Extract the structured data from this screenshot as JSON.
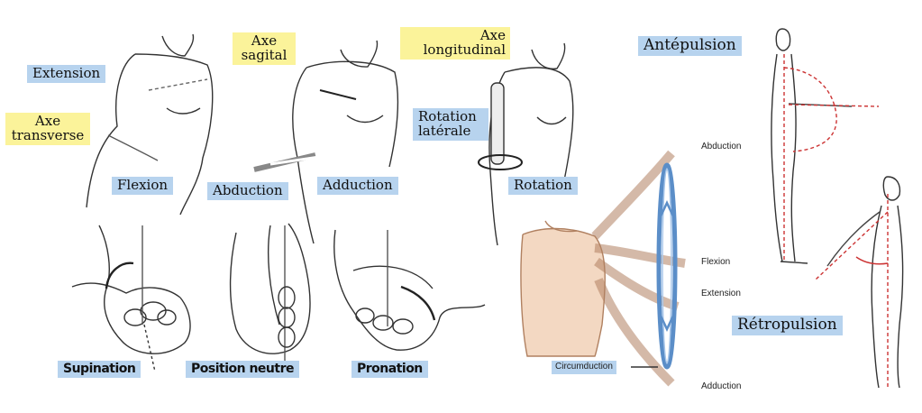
{
  "labels": {
    "extension": "Extension",
    "axe_transverse": "Axe transverse",
    "flexion": "Flexion",
    "axe_sagital": "Axe sagital",
    "abduction": "Abduction",
    "adduction": "Adduction",
    "axe_longitudinal": "Axe longitudinal",
    "rotation_laterale": "Rotation latérale",
    "rotation": "Rotation",
    "antepulsion": "Antépulsion",
    "retropulsion": "Rétropulsion",
    "supination": "Supination",
    "position_neutre": "Position neutre",
    "pronation": "Pronation",
    "circ_abduction": "Abduction",
    "circ_flexion": "Flexion",
    "circ_extension": "Extension",
    "circ_adduction": "Adduction",
    "circumduction": "Circumduction"
  },
  "colors": {
    "blue_label": "#b7d3ee",
    "yellow_label": "#fbf39a",
    "arrow_blue": "#5b8ec8",
    "guide_red": "#cc3333"
  }
}
